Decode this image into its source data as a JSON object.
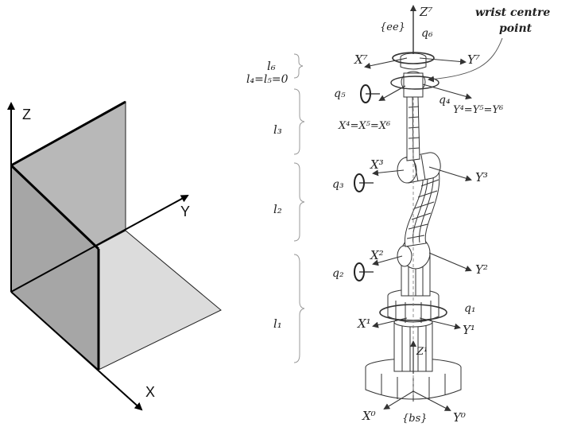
{
  "left_figure": {
    "axes": {
      "z": "Z",
      "y": "Y",
      "x": "X"
    }
  },
  "right_figure": {
    "frames": {
      "z7": "Z⁷",
      "x7": "X⁷",
      "y7": "Y⁷",
      "y456": "Y⁴=Y⁵=Y⁶",
      "x456": "X⁴=X⁵=X⁶",
      "x3": "X³",
      "y3": "Y³",
      "x2": "X²",
      "y2": "Y²",
      "x1": "X¹",
      "y1": "Y¹",
      "z1": "Z¹",
      "x0": "X⁰",
      "y0": "Y⁰"
    },
    "joints": {
      "q1": "q₁",
      "q2": "q₂",
      "q3": "q₃",
      "q4": "q₄",
      "q5": "q₅",
      "q6": "q₆"
    },
    "lengths": {
      "l6": "l₆",
      "l4l5": "l₄=l₅=0",
      "l3": "l₃",
      "l2": "l₂",
      "l1": "l₁"
    },
    "tags": {
      "ee": "{ee}",
      "bs": "{bs}"
    },
    "annotation": {
      "line1": "wrist centre",
      "line2": "point"
    }
  }
}
